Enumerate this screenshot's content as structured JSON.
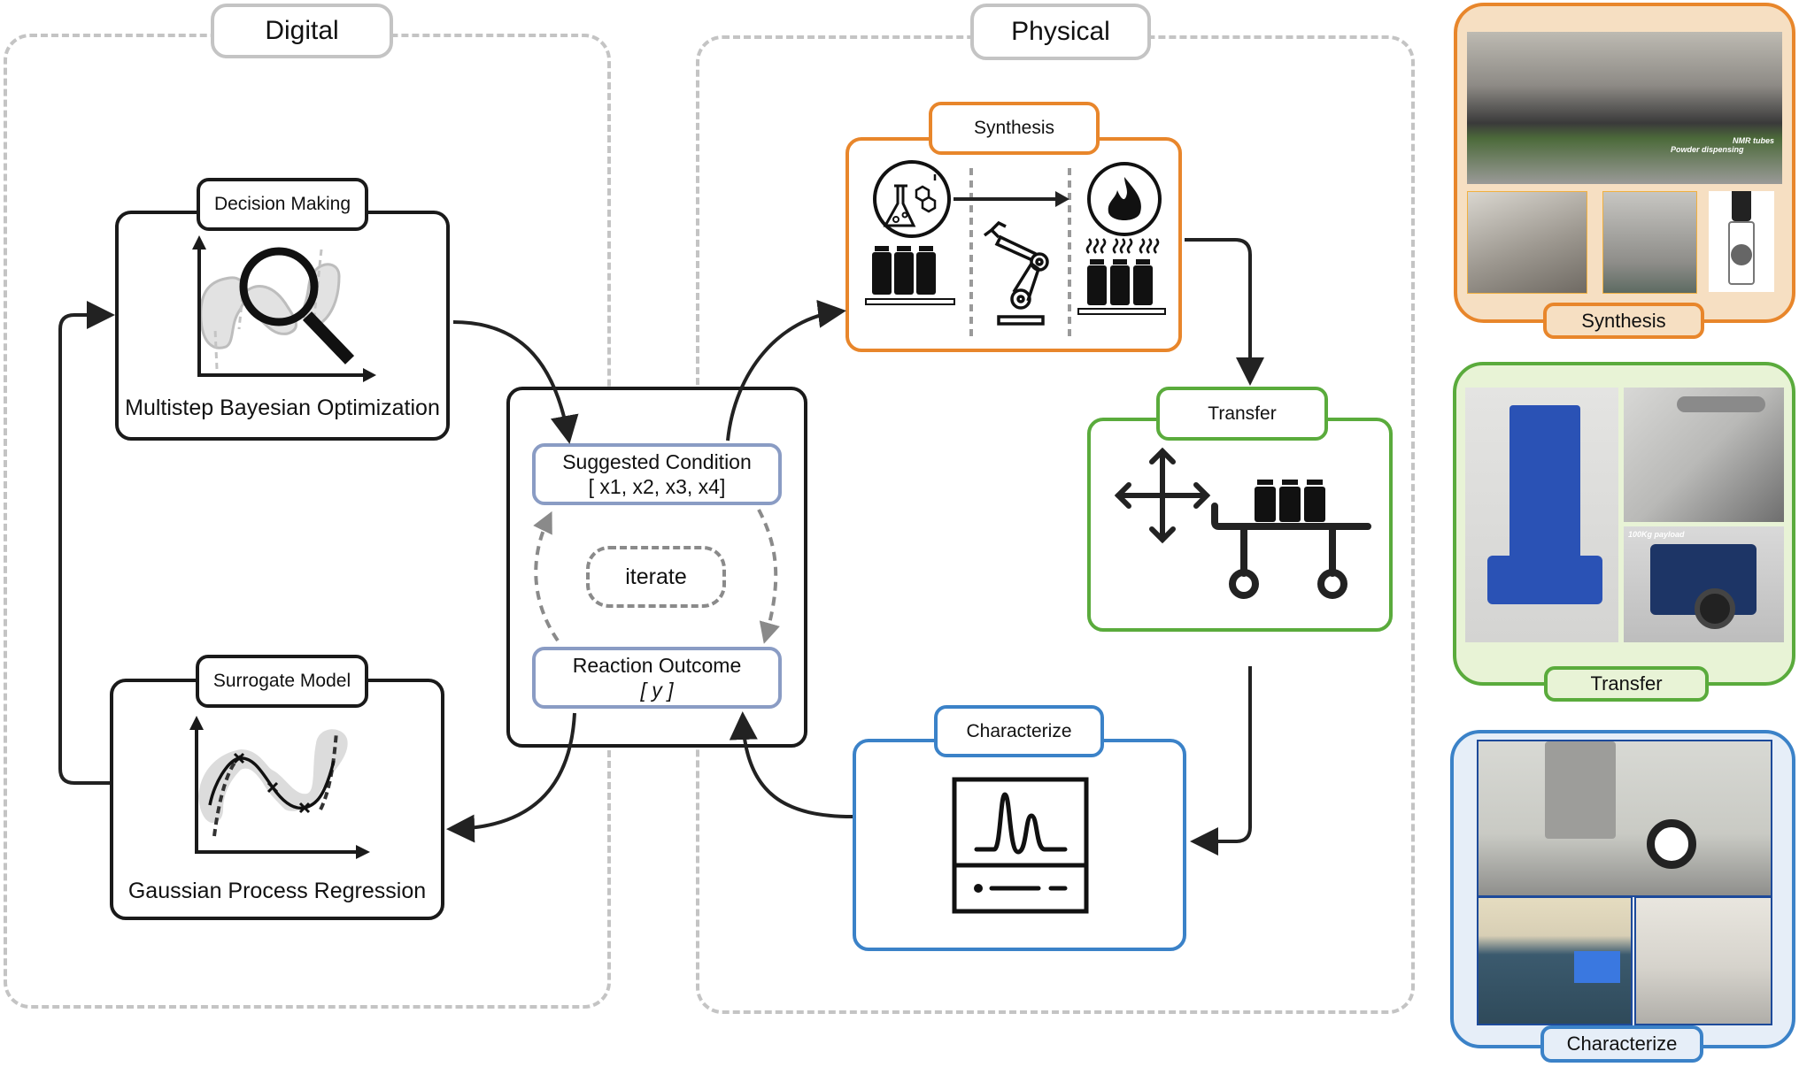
{
  "regions": {
    "digital": "Digital",
    "physical": "Physical"
  },
  "digital": {
    "decision": {
      "tab": "Decision Making",
      "caption": "Multistep Bayesian Optimization",
      "icon": "magnifier-over-acquisition-plot"
    },
    "surrogate": {
      "tab": "Surrogate Model",
      "caption": "Gaussian Process Regression",
      "icon": "gp-regression-plot"
    }
  },
  "loop": {
    "suggested": {
      "line1": "Suggested Condition",
      "line2": "[ x1, x2, x3, x4]"
    },
    "iterate": "iterate",
    "outcome": {
      "line1": "Reaction Outcome",
      "line2": "[ y ]"
    }
  },
  "physical": {
    "synthesis": {
      "tab": "Synthesis",
      "icons": [
        "flask-molecule-icon",
        "robot-arm-icon",
        "flame-icon",
        "vials-icon",
        "heat-waves-icon"
      ]
    },
    "transfer": {
      "tab": "Transfer",
      "icons": [
        "move-arrows-icon",
        "cart-with-vials-icon"
      ]
    },
    "characterize": {
      "tab": "Characterize",
      "icons": [
        "spectrometer-icon"
      ]
    }
  },
  "photo_panels": {
    "synthesis": {
      "label": "Synthesis",
      "photo_text": [
        "Powder dispensing",
        "NMR tubes"
      ]
    },
    "transfer": {
      "label": "Transfer",
      "photo_text": [
        "100Kg payload"
      ]
    },
    "characterize": {
      "label": "Characterize"
    }
  },
  "colors": {
    "synthesis": "#e8862b",
    "synthesis_fill": "#f6dfc2",
    "transfer": "#5aab3c",
    "transfer_fill": "#e8f3d6",
    "characterize": "#3b82c8",
    "characterize_fill": "#e6eef8",
    "condition_border": "#8a9cc4",
    "region_dash": "#c4c4c4"
  }
}
